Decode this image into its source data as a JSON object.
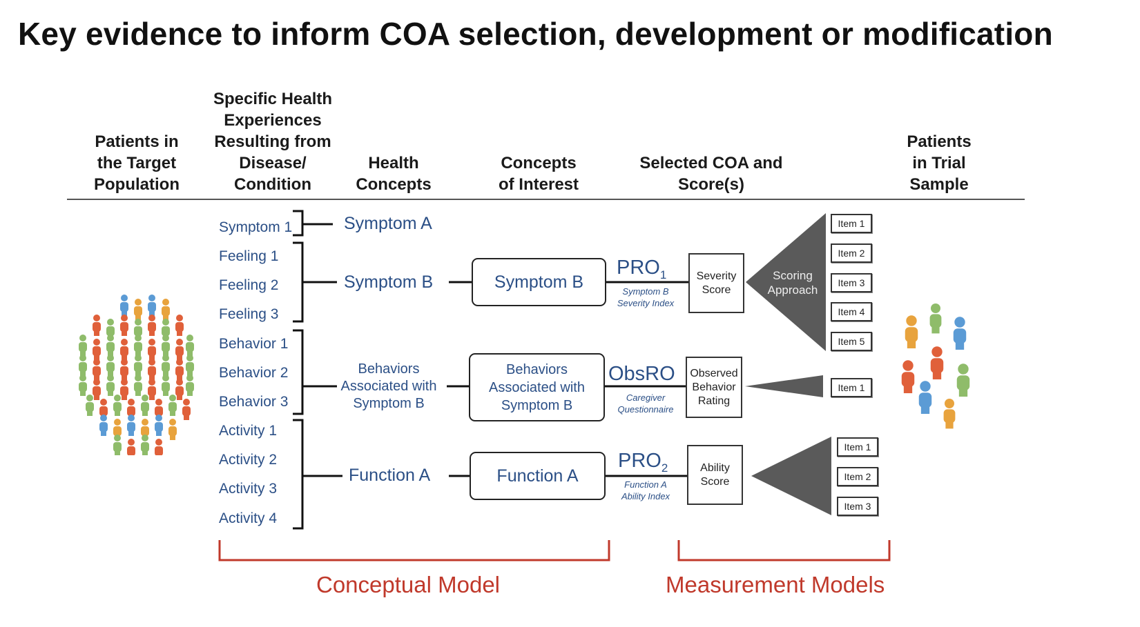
{
  "title": "Key evidence to inform COA selection, development or modification",
  "headers": {
    "patients_target": "Patients in\nthe Target\nPopulation",
    "specific_health": "Specific Health\nExperiences\nResulting from\nDisease/\nCondition",
    "health_concepts": "Health\nConcepts",
    "concepts_interest": "Concepts\nof Interest",
    "selected_coa": "Selected COA and\nScore(s)",
    "patients_trial": "Patients\nin Trial\nSample"
  },
  "experiences": [
    "Symptom 1",
    "Feeling 1",
    "Feeling 2",
    "Feeling 3",
    "Behavior 1",
    "Behavior 2",
    "Behavior 3",
    "Activity 1",
    "Activity 2",
    "Activity 3",
    "Activity 4"
  ],
  "health_concepts": {
    "symptom_a": "Symptom A",
    "symptom_b": "Symptom B",
    "behaviors": "Behaviors\nAssociated with\nSymptom B",
    "function_a": "Function A"
  },
  "concepts_of_interest": {
    "symptom_b": "Symptom B",
    "behaviors": "Behaviors\nAssociated with\nSymptom B",
    "function_a": "Function A"
  },
  "coas": {
    "pro1": {
      "name": "PRO",
      "sub": "1",
      "desc": "Symptom B\nSeverity Index"
    },
    "obsro": {
      "name": "ObsRO",
      "desc": "Caregiver\nQuestionnaire"
    },
    "pro2": {
      "name": "PRO",
      "sub": "2",
      "desc": "Function A\nAbility Index"
    }
  },
  "scores": {
    "severity": "Severity\nScore",
    "observed": "Observed\nBehavior\nRating",
    "ability": "Ability\nScore"
  },
  "scoring_approach": "Scoring\nApproach",
  "items_group1": [
    "Item 1",
    "Item 2",
    "Item 3",
    "Item 4",
    "Item 5"
  ],
  "items_group2": [
    "Item 1"
  ],
  "items_group3": [
    "Item 1",
    "Item 2",
    "Item 3"
  ],
  "models": {
    "conceptual": "Conceptual Model",
    "measurement": "Measurement Models"
  },
  "colors": {
    "blue_text": "#2b4f86",
    "red_model": "#c0392b",
    "triangle": "#5a5a5a",
    "person_blue": "#5b9bd5",
    "person_green": "#8fbc6a",
    "person_orange": "#e8a33d",
    "person_red": "#e0603a"
  }
}
